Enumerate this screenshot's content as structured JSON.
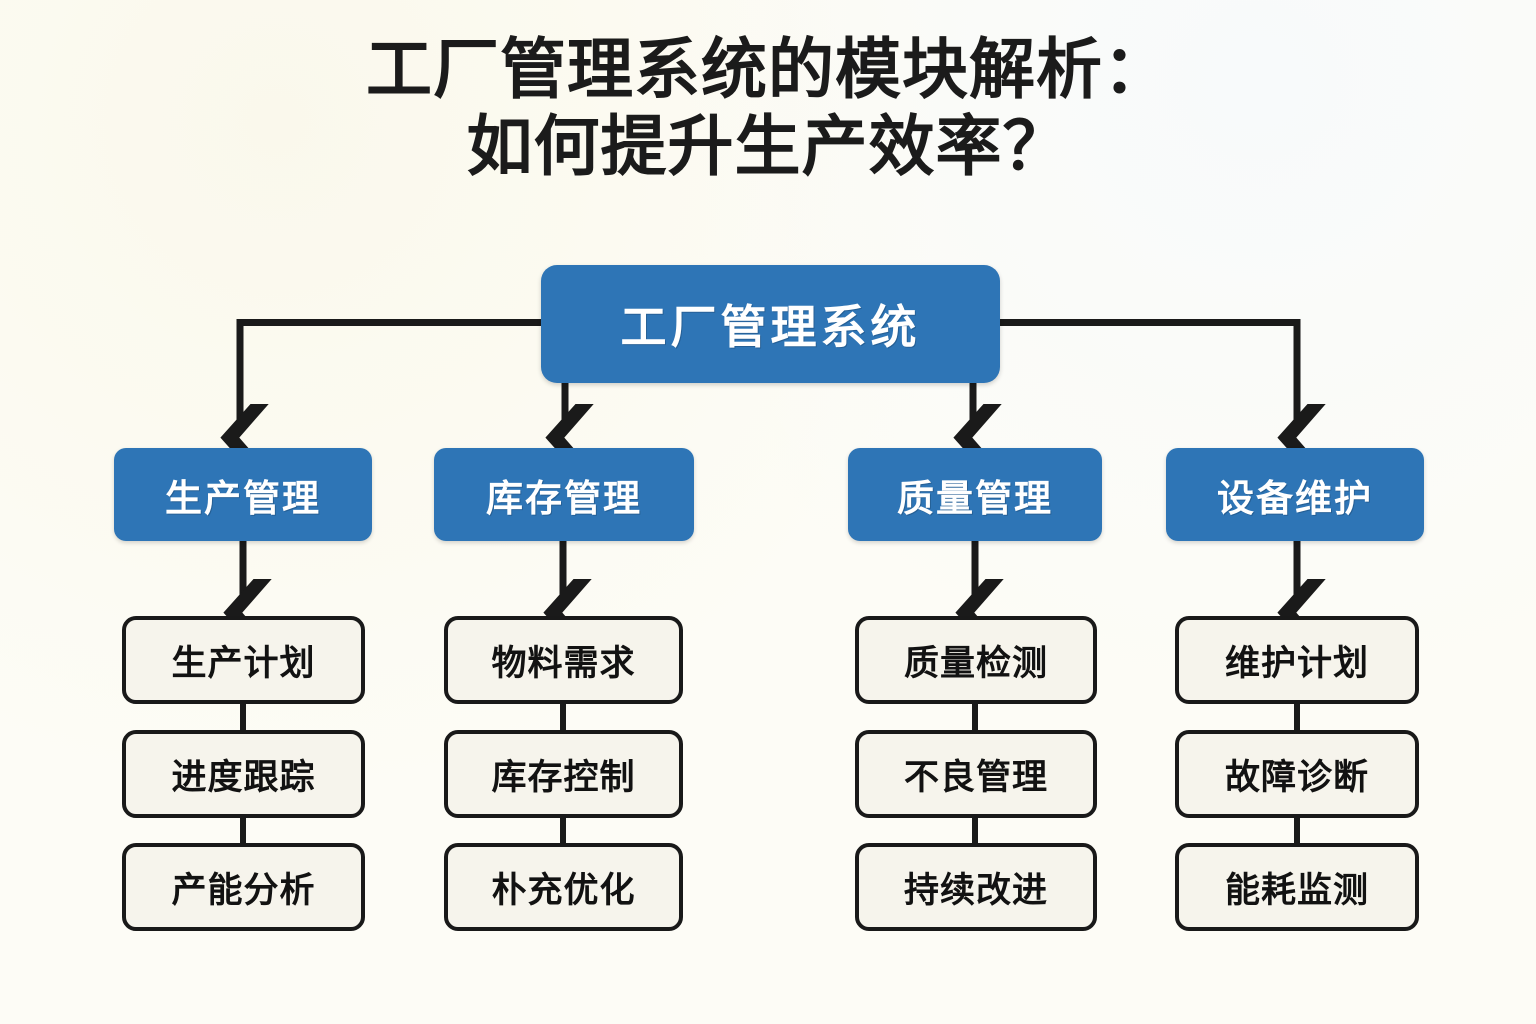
{
  "title": {
    "line1": "工厂管理系统的模块解析：",
    "line2": "如何提升生产效率？"
  },
  "colors": {
    "background": "#fdfcf6",
    "node_blue": "#2e75b6",
    "node_blue_text": "#ffffff",
    "leaf_fill": "#f6f4ec",
    "leaf_border": "#191919",
    "connector": "#1a1a1a",
    "title_text": "#1b1b1b"
  },
  "diagram": {
    "type": "tree",
    "root": {
      "label": "工厂管理系统"
    },
    "branches": [
      {
        "label": "生产管理",
        "children": [
          {
            "label": "生产计划"
          },
          {
            "label": "进度跟踪"
          },
          {
            "label": "产能分析"
          }
        ]
      },
      {
        "label": "库存管理",
        "children": [
          {
            "label": "物料需求"
          },
          {
            "label": "库存控制"
          },
          {
            "label": "朴充优化"
          }
        ]
      },
      {
        "label": "质量管理",
        "children": [
          {
            "label": "质量检测"
          },
          {
            "label": "不良管理"
          },
          {
            "label": "持续改进"
          }
        ]
      },
      {
        "label": "设备维护",
        "children": [
          {
            "label": "维护计划"
          },
          {
            "label": "故障诊断"
          },
          {
            "label": "能耗监测"
          }
        ]
      }
    ]
  }
}
